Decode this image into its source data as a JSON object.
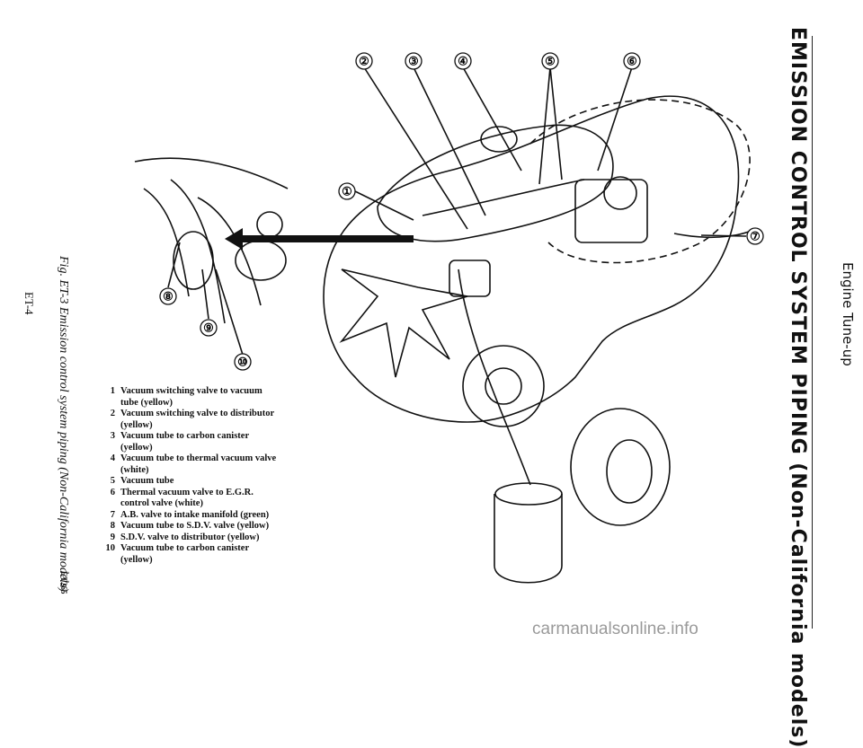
{
  "header": {
    "section_title": "EMISSION CONTROL SYSTEM PIPING (Non-California models)",
    "section_label": "Engine Tune-up"
  },
  "figure": {
    "caption": "Fig. ET-3 Emission control system piping (Non-California models)",
    "code": "ET265",
    "callouts": [
      "①",
      "②",
      "③",
      "④",
      "⑤",
      "⑥",
      "⑦",
      "⑧",
      "⑨",
      "⑩"
    ]
  },
  "legend": {
    "items": [
      {
        "num": "1",
        "text": "Vacuum switching valve to vacuum tube (yellow)"
      },
      {
        "num": "2",
        "text": "Vacuum switching valve to distributor (yellow)"
      },
      {
        "num": "3",
        "text": "Vacuum tube to carbon canister (yellow)"
      },
      {
        "num": "4",
        "text": "Vacuum tube to thermal vacuum valve (white)"
      },
      {
        "num": "5",
        "text": "Vacuum tube"
      },
      {
        "num": "6",
        "text": "Thermal vacuum valve to E.G.R. control valve (white)"
      },
      {
        "num": "7",
        "text": "A.B. valve to intake manifold (green)"
      },
      {
        "num": "8",
        "text": "Vacuum tube to S.D.V. valve (yellow)"
      },
      {
        "num": "9",
        "text": "S.D.V. valve to distributor (yellow)"
      },
      {
        "num": "10",
        "text": "Vacuum tube to carbon canister (yellow)"
      }
    ]
  },
  "footer": {
    "page_number": "ET-4",
    "watermark": "carmanualsonline.info"
  }
}
